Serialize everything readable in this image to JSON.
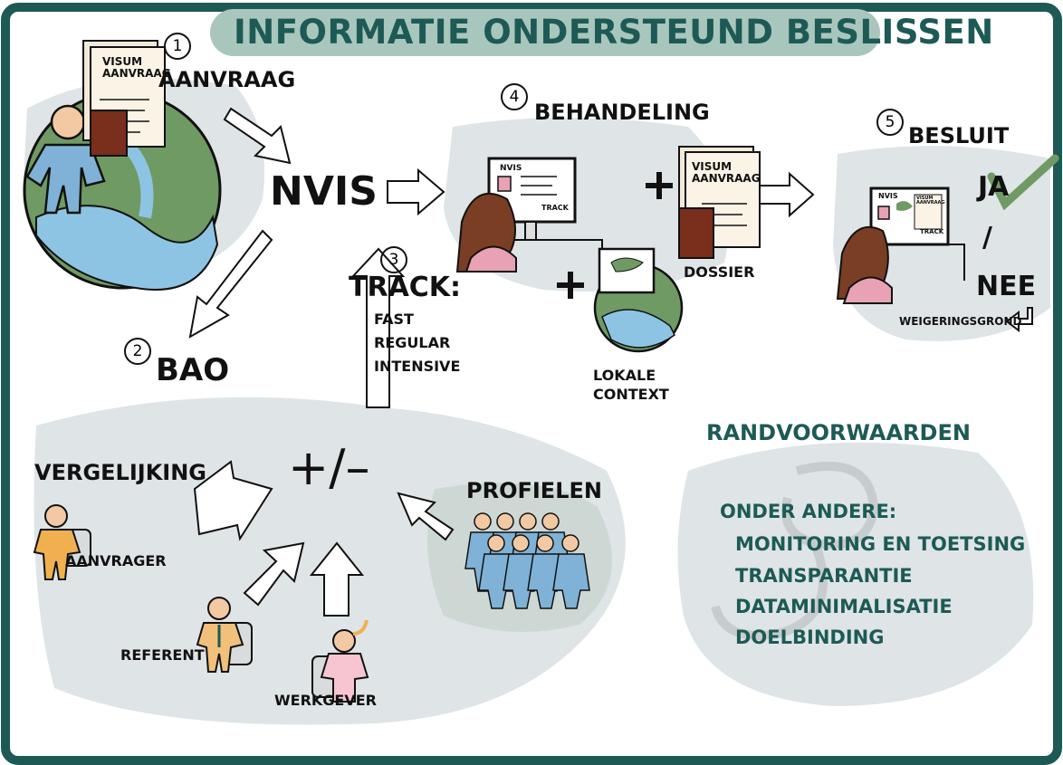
{
  "title": "INFORMATIE ONDERSTEUND BESLISSEN",
  "steps": {
    "aanvraag": {
      "num": "1",
      "label": "AANVRAAG",
      "doc": "VISUM AANVRAAG"
    },
    "bao": {
      "num": "2",
      "label": "BAO"
    },
    "track": {
      "num": "3",
      "label": "TRACK:",
      "options": [
        "FAST",
        "REGULAR",
        "INTENSIVE"
      ]
    },
    "behandeling": {
      "num": "4",
      "label": "BEHANDELING",
      "screen_label": "NVIS",
      "screen_sub": "TRACK",
      "doc": "VISUM AANVRAAG",
      "dossier": "DOSSIER",
      "context": "LOKALE CONTEXT"
    },
    "besluit": {
      "num": "5",
      "label": "BESLUIT",
      "screen_label": "NVIS",
      "screen_sub": "TRACK",
      "mini_doc": "VISUM AANVRAAG",
      "ja": "JA",
      "slash": "/",
      "nee": "NEE",
      "weigeringsgrond": "WEIGERINGSGROND"
    }
  },
  "center": {
    "nvis": "NVIS",
    "plusminus": "+/–"
  },
  "bao_section": {
    "vergelijking": "VERGELIJKING",
    "profielen": "PROFIELEN",
    "aanvrager": "AANVRAGER",
    "referent": "REFERENT",
    "werkgever": "WERKGEVER"
  },
  "randvoorwaarden": {
    "title": "RANDVOORWAARDEN",
    "intro": "ONDER ANDERE:",
    "items": [
      "MONITORING EN TOETSING",
      "TRANSPARANTIE",
      "DATAMINIMALISATIE",
      "DOELBINDING"
    ]
  },
  "colors": {
    "teal": "#1d5a55",
    "blob": "#dfe4e6",
    "globe_land": "#6f9a63",
    "globe_water": "#8ec4e3",
    "person": "#7fb2d6"
  }
}
